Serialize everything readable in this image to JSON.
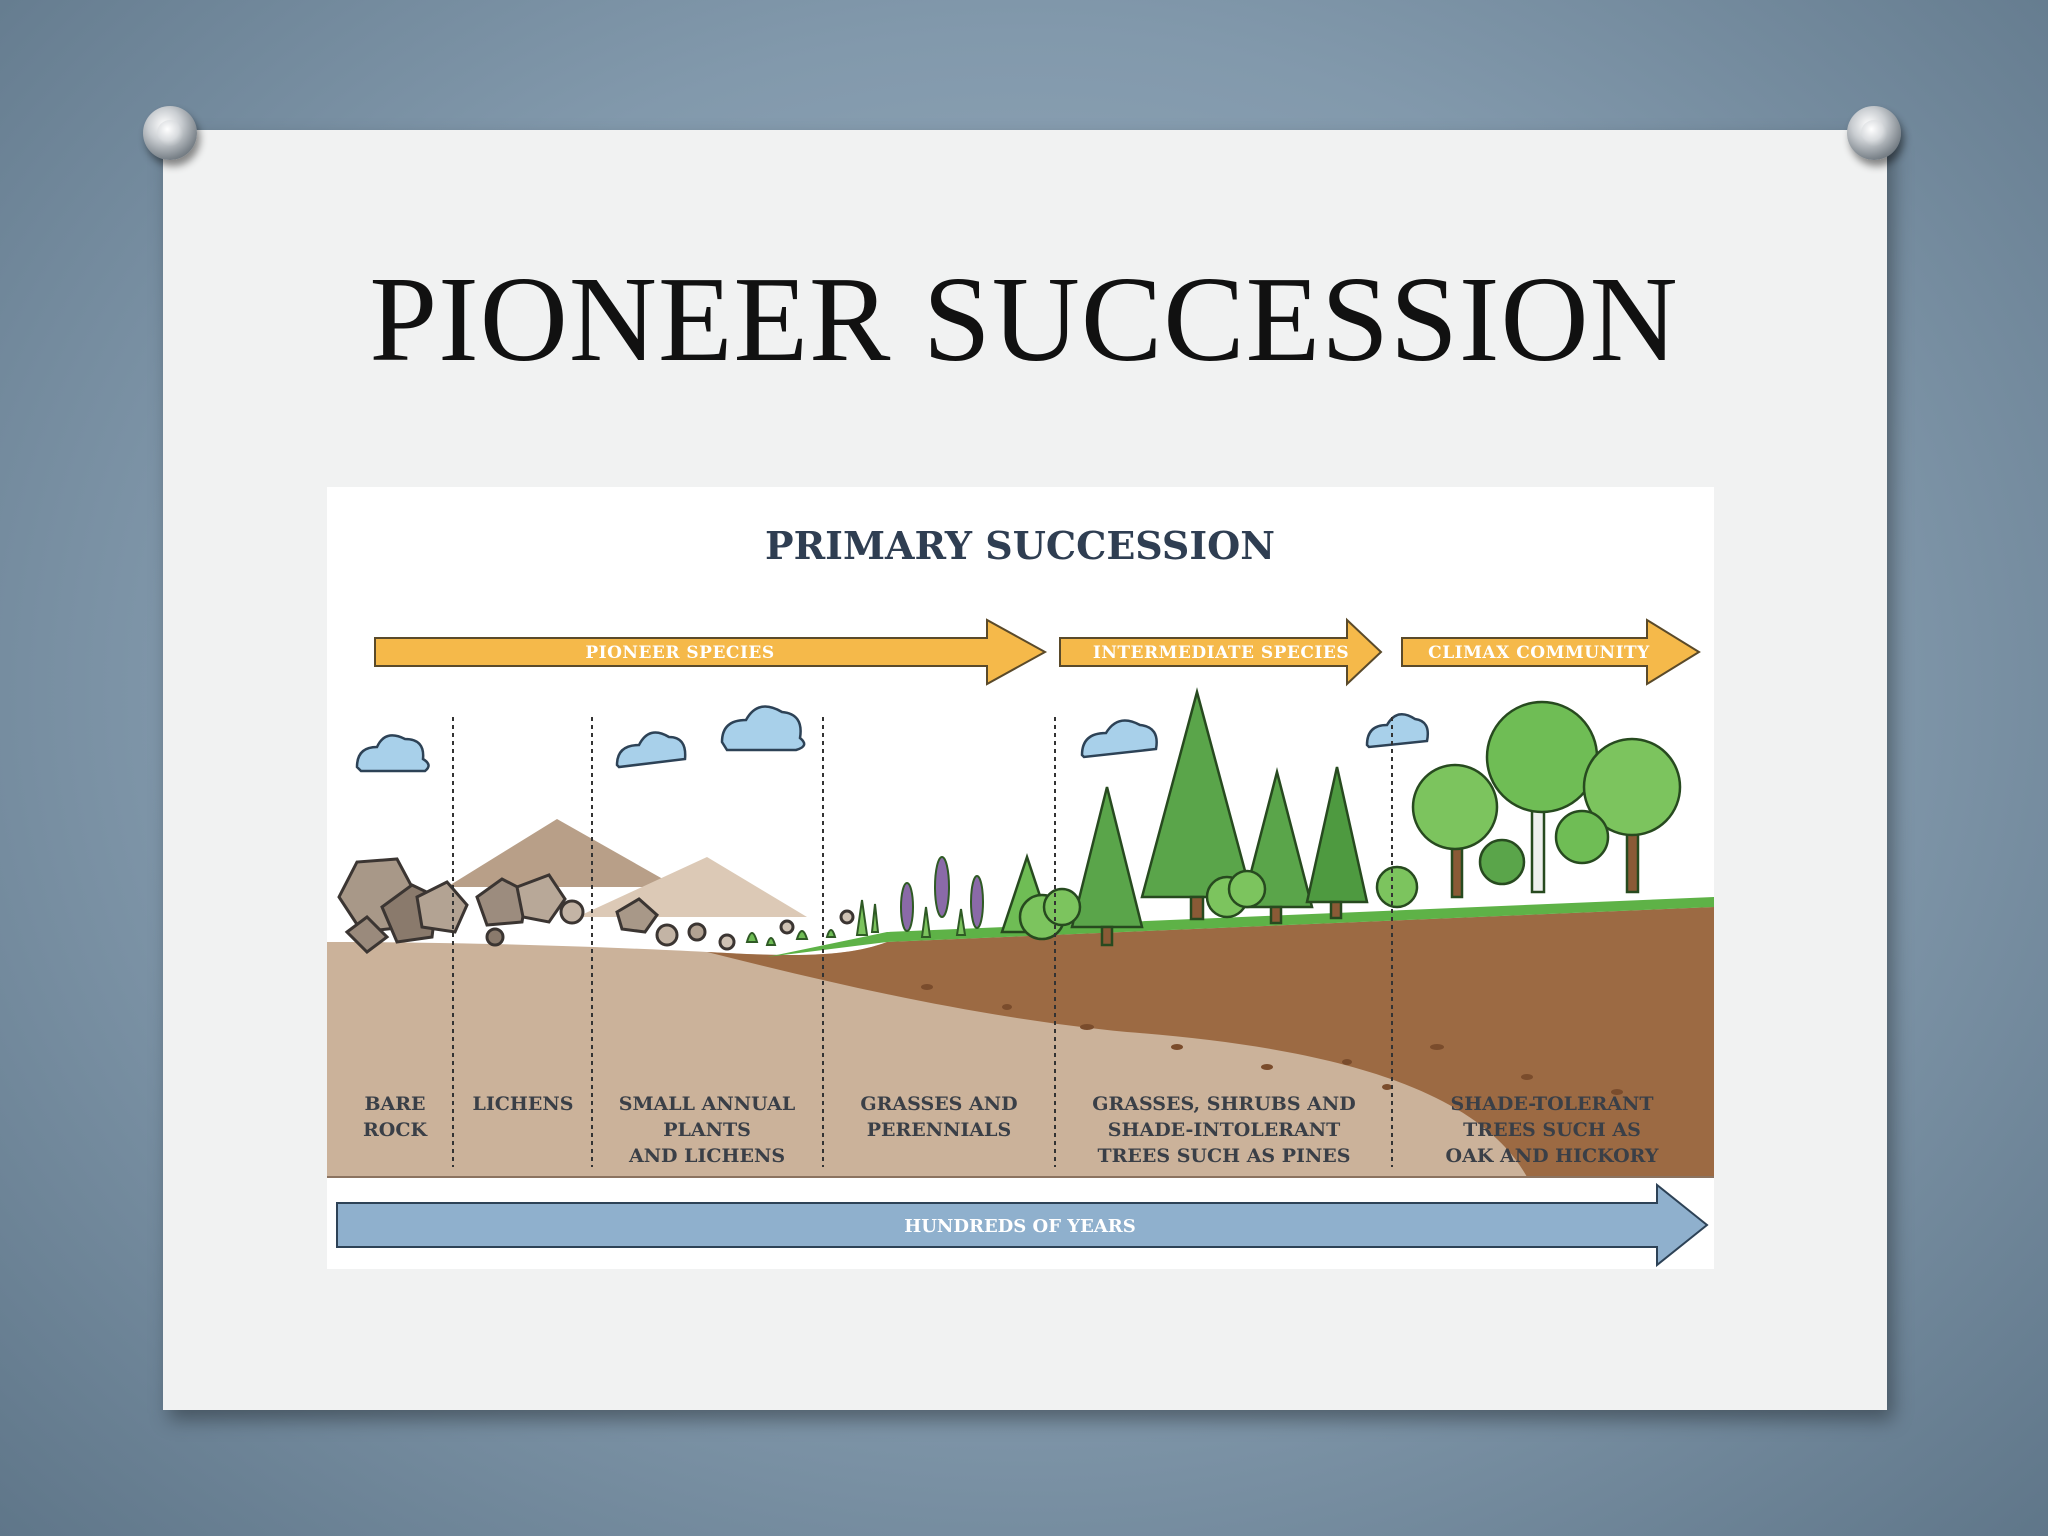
{
  "slide": {
    "title": "PIONEER SUCCESSION"
  },
  "diagram": {
    "title": "PRIMARY SUCCESSION",
    "phases": [
      {
        "label": "PIONEER SPECIES"
      },
      {
        "label": "INTERMEDIATE SPECIES"
      },
      {
        "label": "CLIMAX COMMUNITY"
      }
    ],
    "stages": [
      {
        "lines": [
          "BARE",
          "ROCK"
        ]
      },
      {
        "lines": [
          "LICHENS"
        ]
      },
      {
        "lines": [
          "SMALL ANNUAL",
          "PLANTS",
          "AND LICHENS"
        ]
      },
      {
        "lines": [
          "GRASSES AND",
          "PERENNIALS"
        ]
      },
      {
        "lines": [
          "GRASSES, SHRUBS AND",
          "SHADE-INTOLERANT",
          "TREES SUCH AS PINES"
        ]
      },
      {
        "lines": [
          "SHADE-TOLERANT",
          "TREES SUCH AS",
          "OAK AND HICKORY"
        ]
      }
    ],
    "timeline": {
      "label": "HUNDREDS OF YEARS"
    },
    "colors": {
      "phase_arrow": "#f5b94a",
      "time_arrow": "#8fb0cd",
      "soil_light": "#cbb29a",
      "soil_dark": "#9c6a43",
      "grass": "#5eb247",
      "cloud": "#a8d0ea",
      "tree": "#5aa54a"
    }
  }
}
